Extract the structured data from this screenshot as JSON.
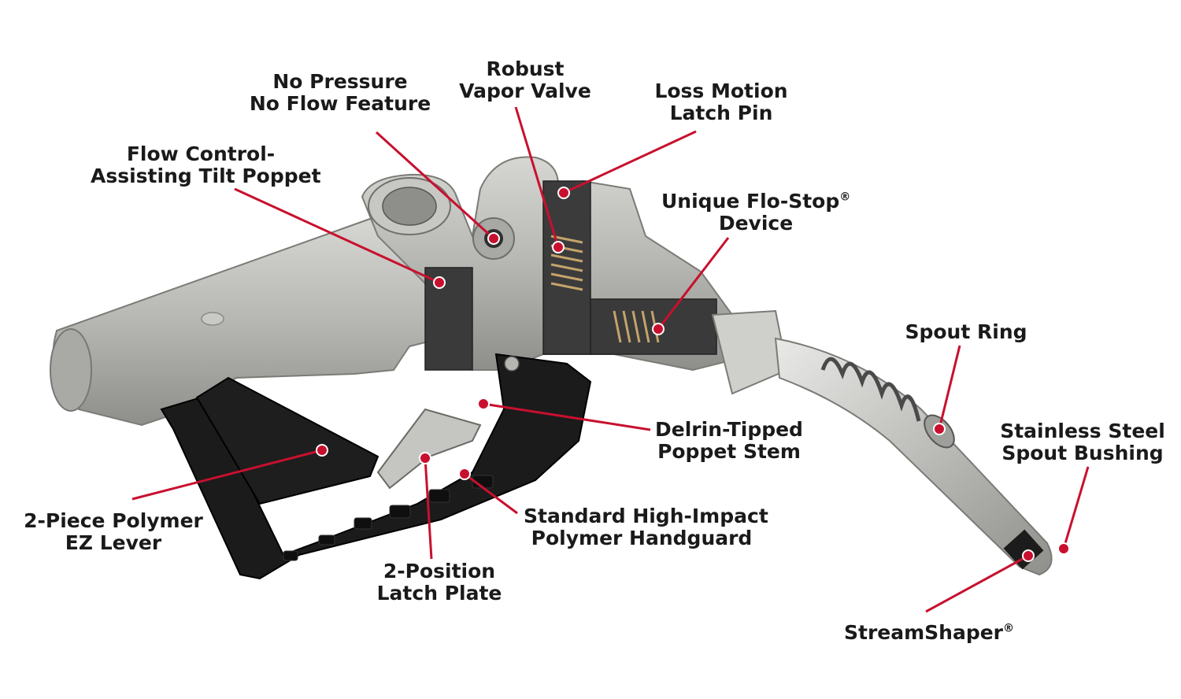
{
  "colors": {
    "leader": "#c8102e",
    "metal": "#b9b9b6",
    "metal_dark": "#8c8c88",
    "metal_light": "#d9d9d6",
    "polymer": "#1b1b1b",
    "text": "#1a1a1a"
  },
  "callouts": [
    {
      "id": "no-pressure",
      "lines": [
        "No Pressure",
        "No Flow Feature"
      ]
    },
    {
      "id": "robust-vapor",
      "lines": [
        "Robust",
        "Vapor Valve"
      ]
    },
    {
      "id": "loss-motion",
      "lines": [
        "Loss Motion",
        "Latch Pin"
      ]
    },
    {
      "id": "flow-control",
      "lines": [
        "Flow Control-",
        "Assisting Tilt Poppet"
      ]
    },
    {
      "id": "flo-stop",
      "lines": [
        "Unique Flo-Stop",
        "Device"
      ],
      "mark": "®"
    },
    {
      "id": "spout-ring",
      "lines": [
        "Spout Ring"
      ]
    },
    {
      "id": "stainless",
      "lines": [
        "Stainless Steel",
        "Spout Bushing"
      ]
    },
    {
      "id": "delrin",
      "lines": [
        "Delrin-Tipped",
        "Poppet Stem"
      ]
    },
    {
      "id": "ez-lever",
      "lines": [
        "2-Piece Polymer",
        "EZ Lever"
      ]
    },
    {
      "id": "handguard",
      "lines": [
        "Standard High-Impact",
        "Polymer Handguard"
      ]
    },
    {
      "id": "latch-plate",
      "lines": [
        "2-Position",
        "Latch Plate"
      ]
    },
    {
      "id": "streamshaper",
      "lines": [
        "StreamShaper"
      ],
      "mark": "®"
    }
  ]
}
